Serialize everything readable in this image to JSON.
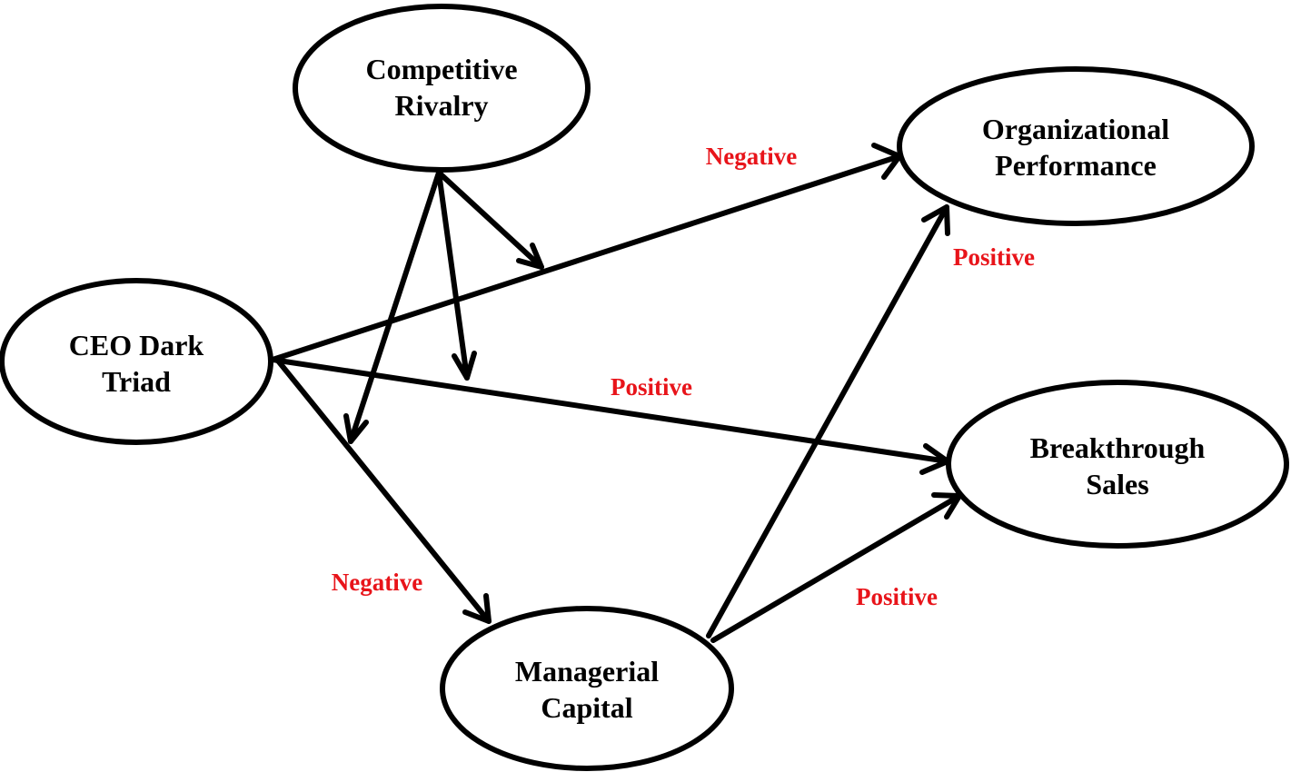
{
  "colors": {
    "stroke": "#000000",
    "node_text": "#000000",
    "edge_label": "#e8141a"
  },
  "nodes": {
    "competitive_rivalry": {
      "line1": "Competitive",
      "line2": "Rivalry"
    },
    "organizational_performance": {
      "line1": "Organizational",
      "line2": "Performance"
    },
    "ceo_dark_triad": {
      "line1": "CEO Dark",
      "line2": "Triad"
    },
    "breakthrough_sales": {
      "line1": "Breakthrough",
      "line2": "Sales"
    },
    "managerial_capital": {
      "line1": "Managerial",
      "line2": "Capital"
    }
  },
  "edges": {
    "ceo_to_performance": "Negative",
    "capital_to_performance": "Positive",
    "ceo_to_sales": "Positive",
    "ceo_to_capital": "Negative",
    "capital_to_sales": "Positive"
  }
}
